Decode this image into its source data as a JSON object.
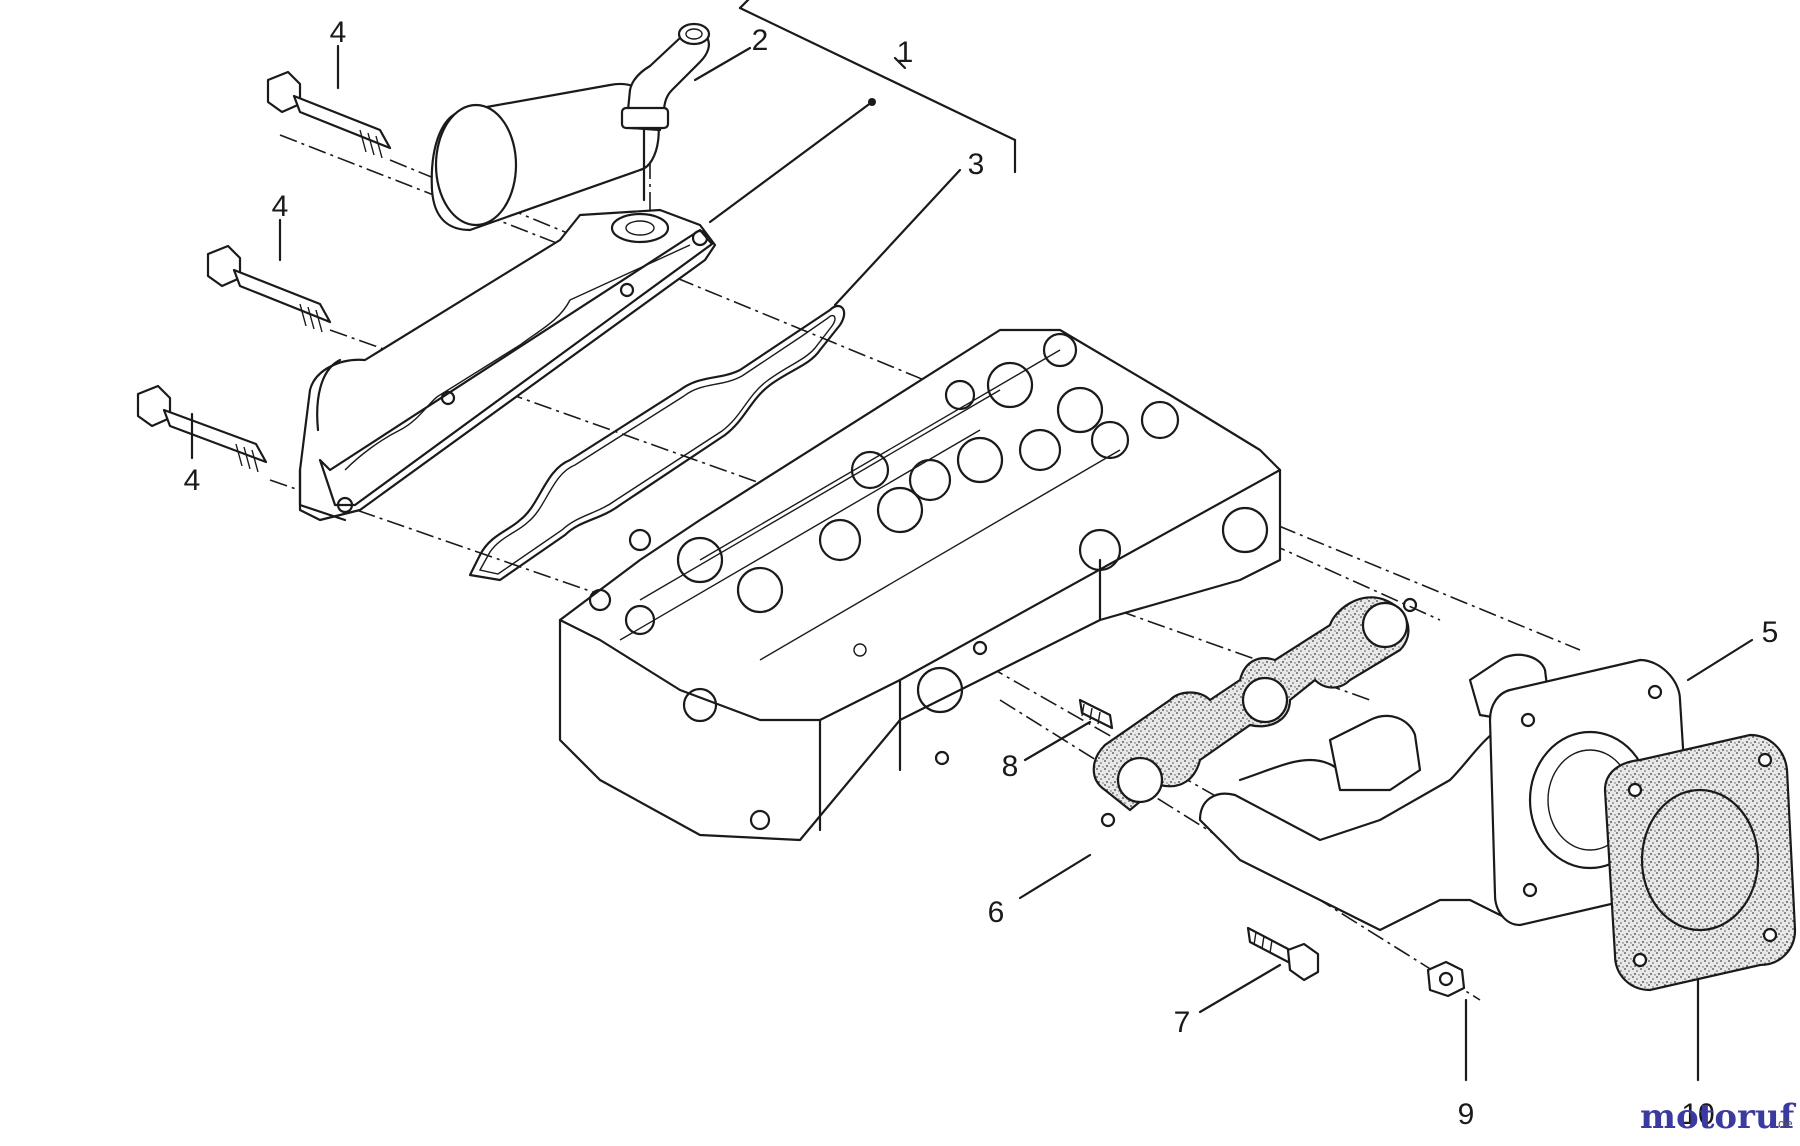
{
  "diagram": {
    "callouts": [
      {
        "id": "c1",
        "label": "1"
      },
      {
        "id": "c2",
        "label": "2"
      },
      {
        "id": "c3",
        "label": "3"
      },
      {
        "id": "c4a",
        "label": "4"
      },
      {
        "id": "c4b",
        "label": "4"
      },
      {
        "id": "c4c",
        "label": "4"
      },
      {
        "id": "c5",
        "label": "5"
      },
      {
        "id": "c6",
        "label": "6"
      },
      {
        "id": "c7",
        "label": "7"
      },
      {
        "id": "c8",
        "label": "8"
      },
      {
        "id": "c9",
        "label": "9"
      },
      {
        "id": "c10",
        "label": "10"
      }
    ]
  },
  "watermark": {
    "brand": "motoruf",
    "domain_suffix": ".de",
    "colors": {
      "primary": "#3a3aa0",
      "accent": "#c8a000"
    }
  }
}
